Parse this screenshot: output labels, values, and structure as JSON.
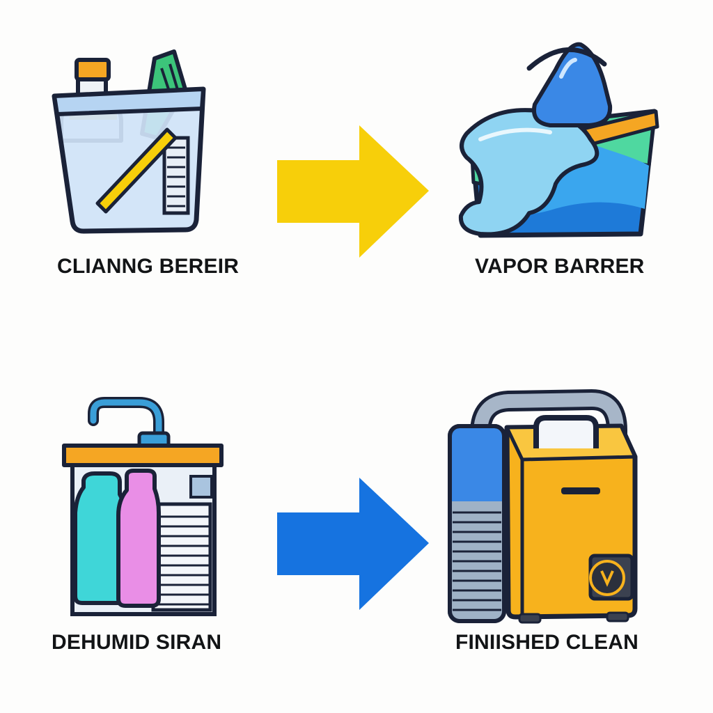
{
  "steps": [
    {
      "label": "CLIANNG BEREIR",
      "icon": "cleaning-bucket-icon"
    },
    {
      "label": "VAPOR BARRER",
      "icon": "vapor-barrier-icon"
    },
    {
      "label": "DEHUMID SIRAN",
      "icon": "dehumidifier-supplies-icon"
    },
    {
      "label": "FINIISHED CLEAN",
      "icon": "vacuum-machine-icon"
    }
  ],
  "arrows": [
    {
      "icon": "right-arrow-icon",
      "color": "#f7cf0a"
    },
    {
      "icon": "right-arrow-icon",
      "color": "#1673e0"
    }
  ],
  "colors": {
    "outline": "#1a2238",
    "yellow": "#f7cf0a",
    "blue": "#1673e0",
    "orange": "#f5a623",
    "light_blue": "#cfe3f7",
    "teal": "#3fd6d8",
    "pink": "#e98ee6"
  }
}
